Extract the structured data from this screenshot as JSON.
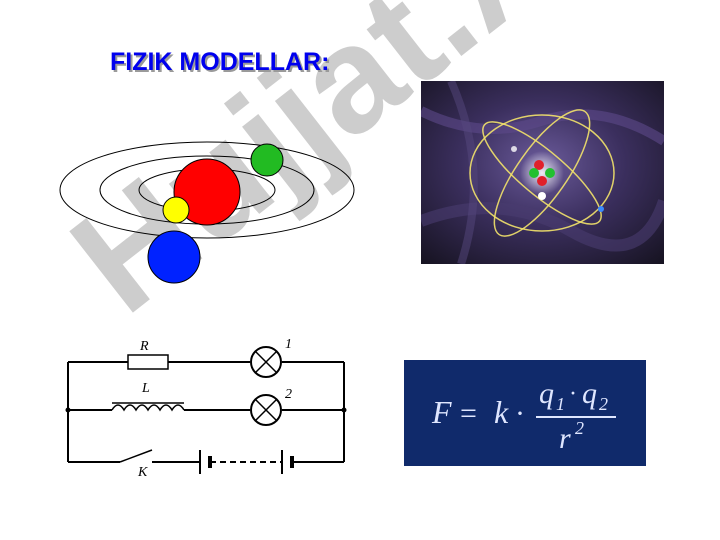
{
  "slide": {
    "title": "FIZIK MODELLAR:",
    "watermark": "Hujjat.A"
  },
  "circuit": {
    "resistor_label": "R",
    "inductor_label": "L",
    "switch_label": "K",
    "lamp1_label": "1",
    "lamp2_label": "2"
  },
  "formula": {
    "lhs": "F",
    "equals": "=",
    "k": "k",
    "dot": "·",
    "q1": "q",
    "q1_sub": "1",
    "q2": "q",
    "q2_sub": "2",
    "r": "r",
    "r_exp": "2"
  },
  "colors": {
    "title": "#0000ee",
    "watermark": "#c8c8c8",
    "formula_bg": "#102a6b",
    "formula_text": "#dfe6ff",
    "planet_red": "#ff0000",
    "planet_green": "#22bb22",
    "planet_yellow": "#ffff00",
    "planet_blue": "#0022ff"
  }
}
